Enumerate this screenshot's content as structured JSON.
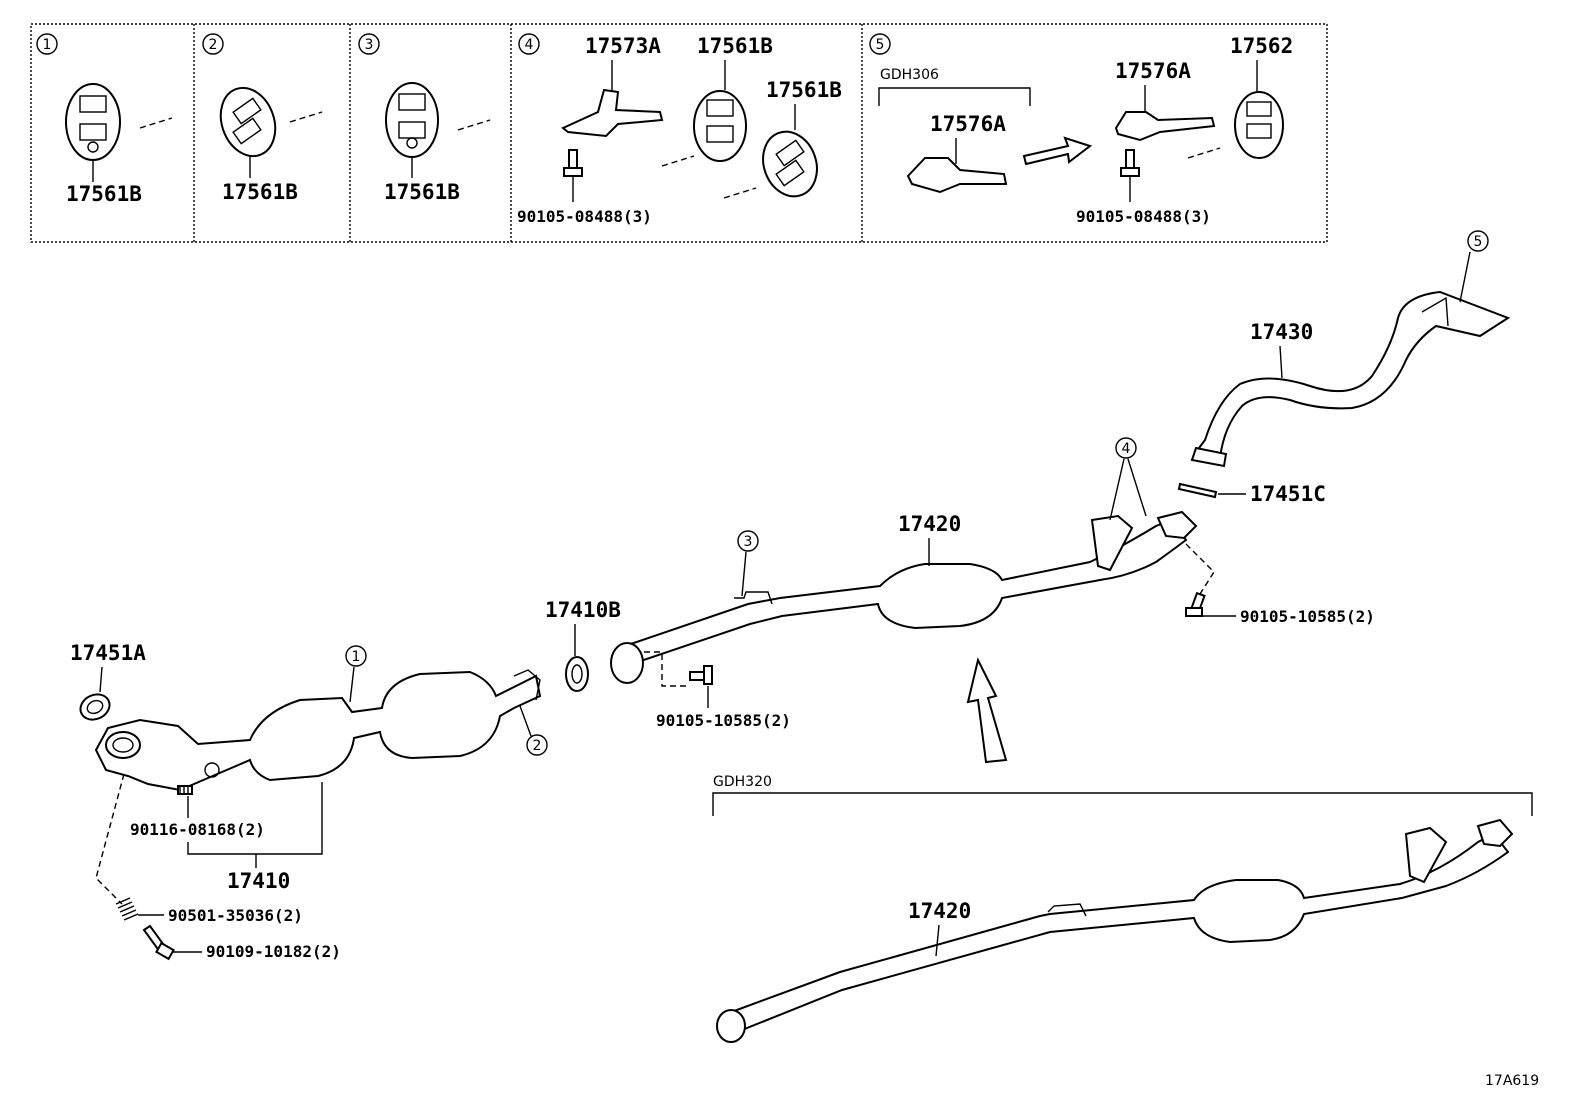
{
  "legend_boxes": [
    {
      "circle": "1",
      "parts": [
        "17561B"
      ]
    },
    {
      "circle": "2",
      "parts": [
        "17561B"
      ]
    },
    {
      "circle": "3",
      "parts": [
        "17561B"
      ]
    },
    {
      "circle": "4",
      "parts": [
        "17573A",
        "17561B",
        "17561B",
        "90105-08488(3)"
      ]
    },
    {
      "circle": "5",
      "variant": "GDH306",
      "parts": [
        "17576A",
        "17576A",
        "17562",
        "90105-08488(3)"
      ]
    }
  ],
  "main": {
    "callouts": [
      "1",
      "2",
      "3",
      "4",
      "5"
    ],
    "labels": {
      "p17430": "17430",
      "p17451C": "17451C",
      "p17420": "17420",
      "p17410B": "17410B",
      "p17451A": "17451A",
      "p17410": "17410",
      "b9010510585_rear": "90105-10585(2)",
      "b9010510585_front": "90105-10585(2)",
      "b9011608168": "90116-08168(2)",
      "b9050135036": "90501-35036(2)",
      "b9010910182": "90109-10182(2)"
    },
    "variant_gdh320": "GDH320",
    "variant_part": "17420"
  },
  "diagram_code": "17A619"
}
